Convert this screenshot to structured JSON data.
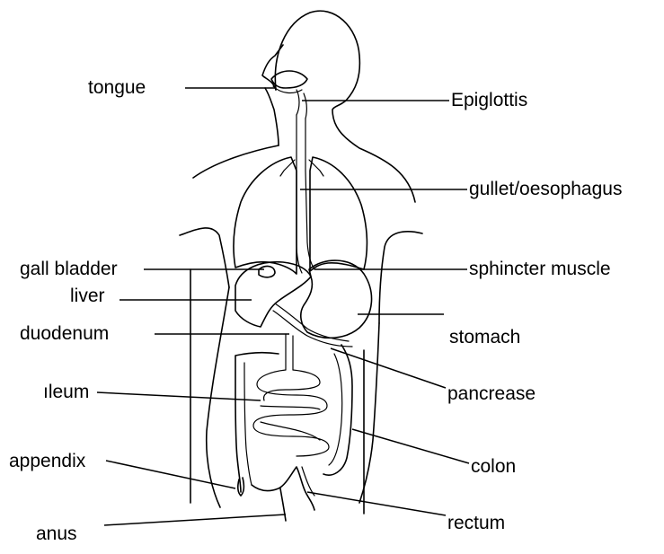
{
  "labels": {
    "tongue": "tongue",
    "epiglottis": "Epiglottis",
    "gullet": "gullet/oesophagus",
    "gall_bladder": "gall bladder",
    "sphincter": "sphincter muscle",
    "liver": "liver",
    "duodenum": "duodenum",
    "stomach": "stomach",
    "ileum": "ıleum",
    "pancrease": "pancrease",
    "appendix": "appendix",
    "colon": "colon",
    "anus": "anus",
    "rectum": "rectum"
  },
  "colors": {
    "ink": "#000000",
    "background": "#ffffff"
  }
}
